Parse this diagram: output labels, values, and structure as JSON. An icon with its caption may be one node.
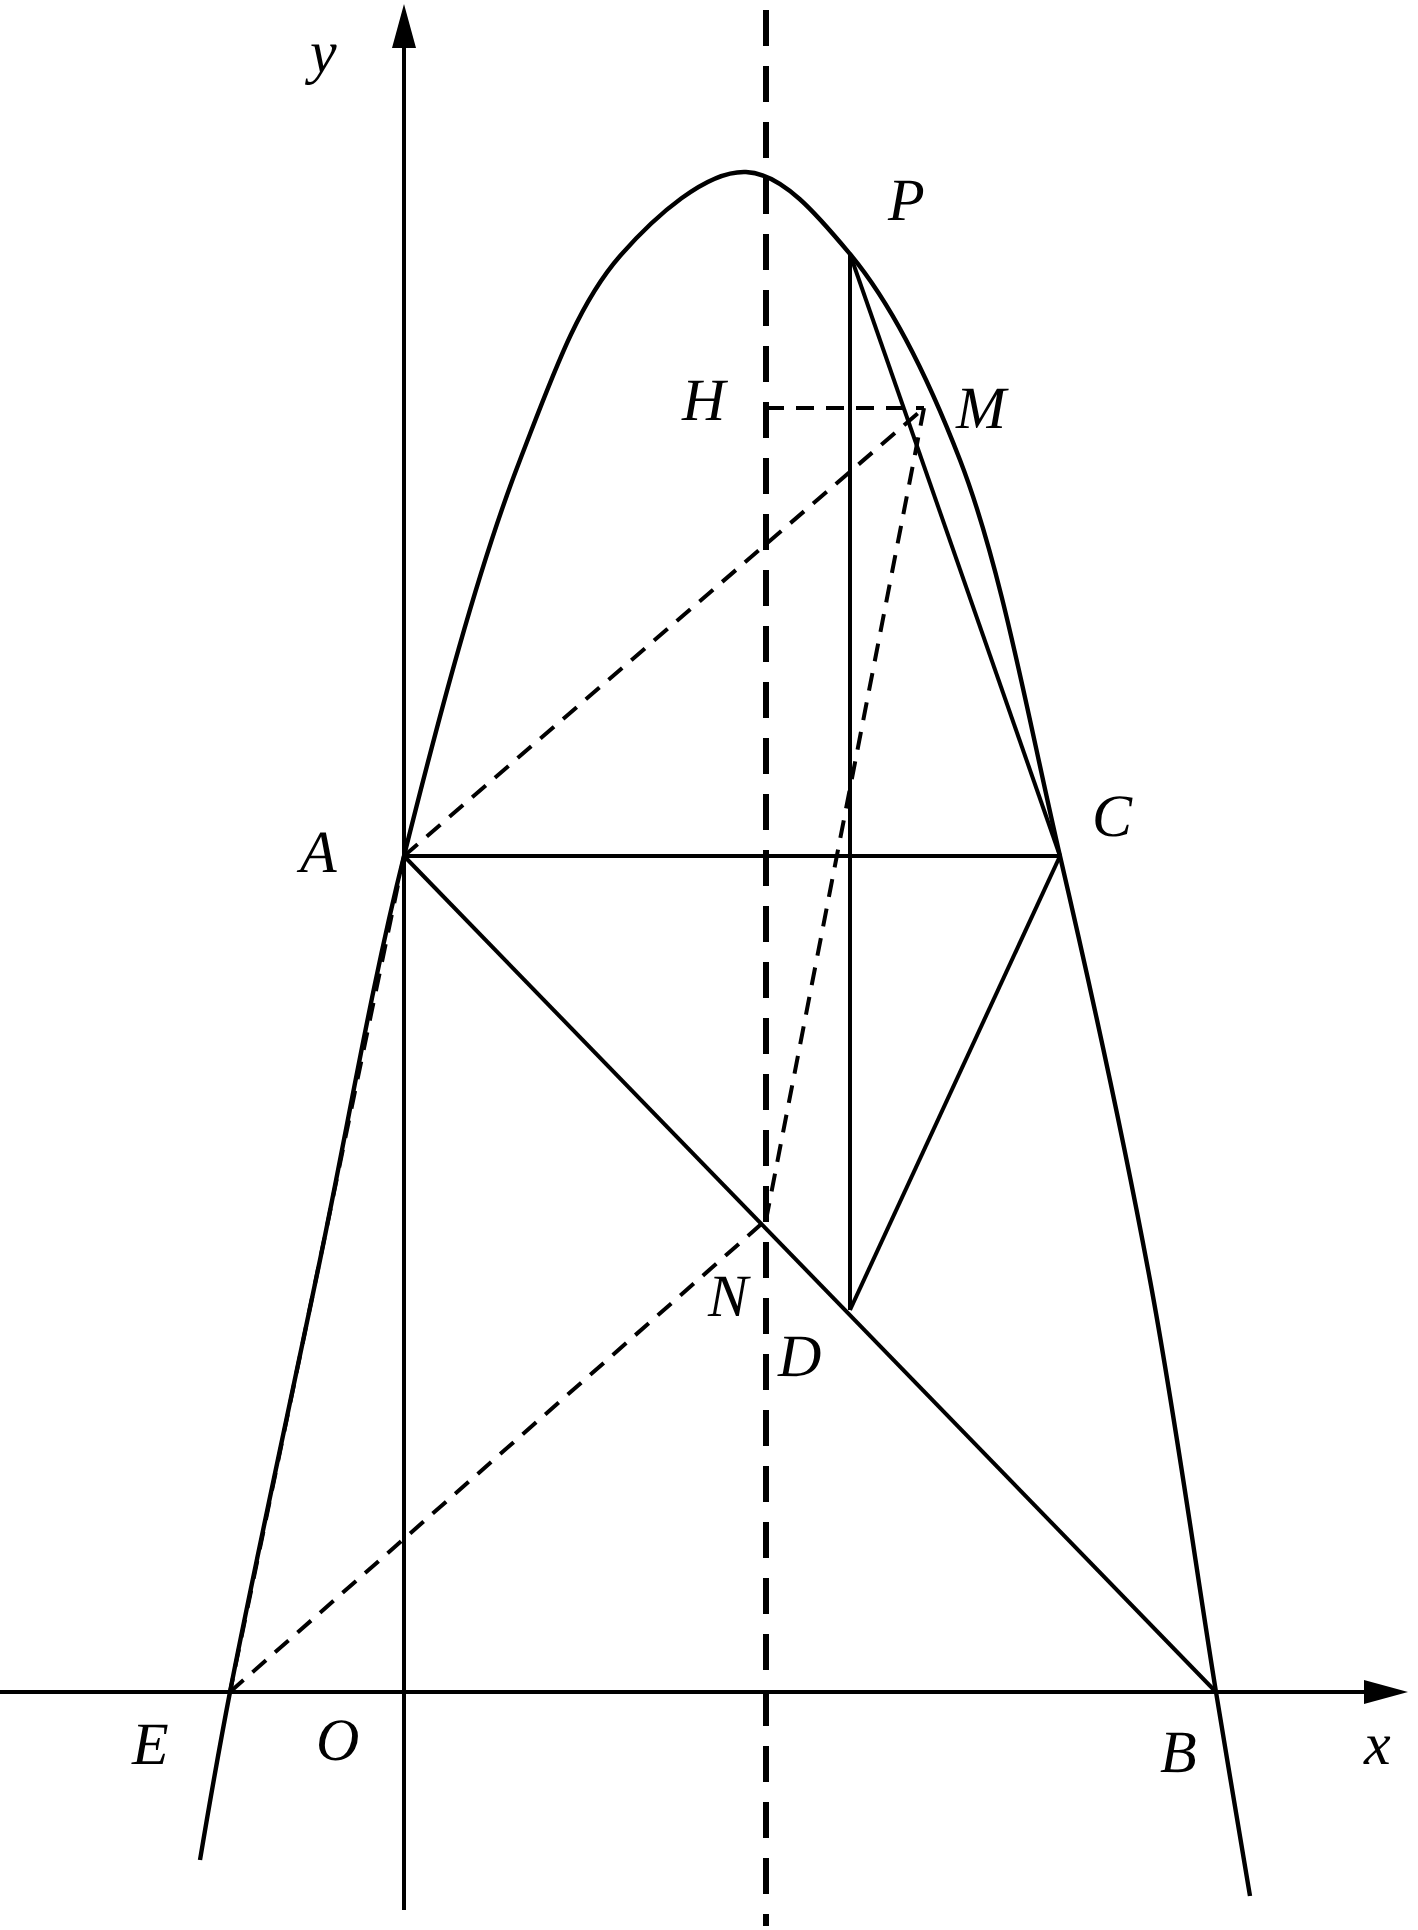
{
  "diagram": {
    "nodes": [
      {
        "text": [
          "P"
        ]
      },
      {
        "text": [
          "H"
        ]
      },
      {
        "text": [
          "M"
        ]
      },
      {
        "text": [
          "A"
        ]
      },
      {
        "text": [
          "C"
        ]
      },
      {
        "text": [
          "N"
        ]
      },
      {
        "text": [
          "D"
        ]
      },
      {
        "text": [
          "E"
        ]
      },
      {
        "text": [
          "B"
        ]
      }
    ],
    "edges": [
      {
        "from": 0,
        "to": 6,
        "arrow": "none"
      },
      {
        "from": 0,
        "to": 4,
        "arrow": "none"
      },
      {
        "from": 3,
        "to": 4,
        "arrow": "none"
      },
      {
        "from": 3,
        "to": 8,
        "arrow": "none"
      },
      {
        "from": 4,
        "to": 6,
        "arrow": "none"
      },
      {
        "from": 3,
        "to": 2,
        "arrow": "none",
        "style": "dashed"
      },
      {
        "from": 2,
        "to": 5,
        "arrow": "none",
        "style": "dashed"
      },
      {
        "from": 1,
        "to": 2,
        "arrow": "none",
        "style": "dashed"
      },
      {
        "from": 3,
        "to": 7,
        "arrow": "none",
        "style": "dashed"
      },
      {
        "from": 7,
        "to": 5,
        "arrow": "none",
        "style": "dashed"
      }
    ],
    "labels": [
      "y",
      "O",
      "x"
    ]
  }
}
